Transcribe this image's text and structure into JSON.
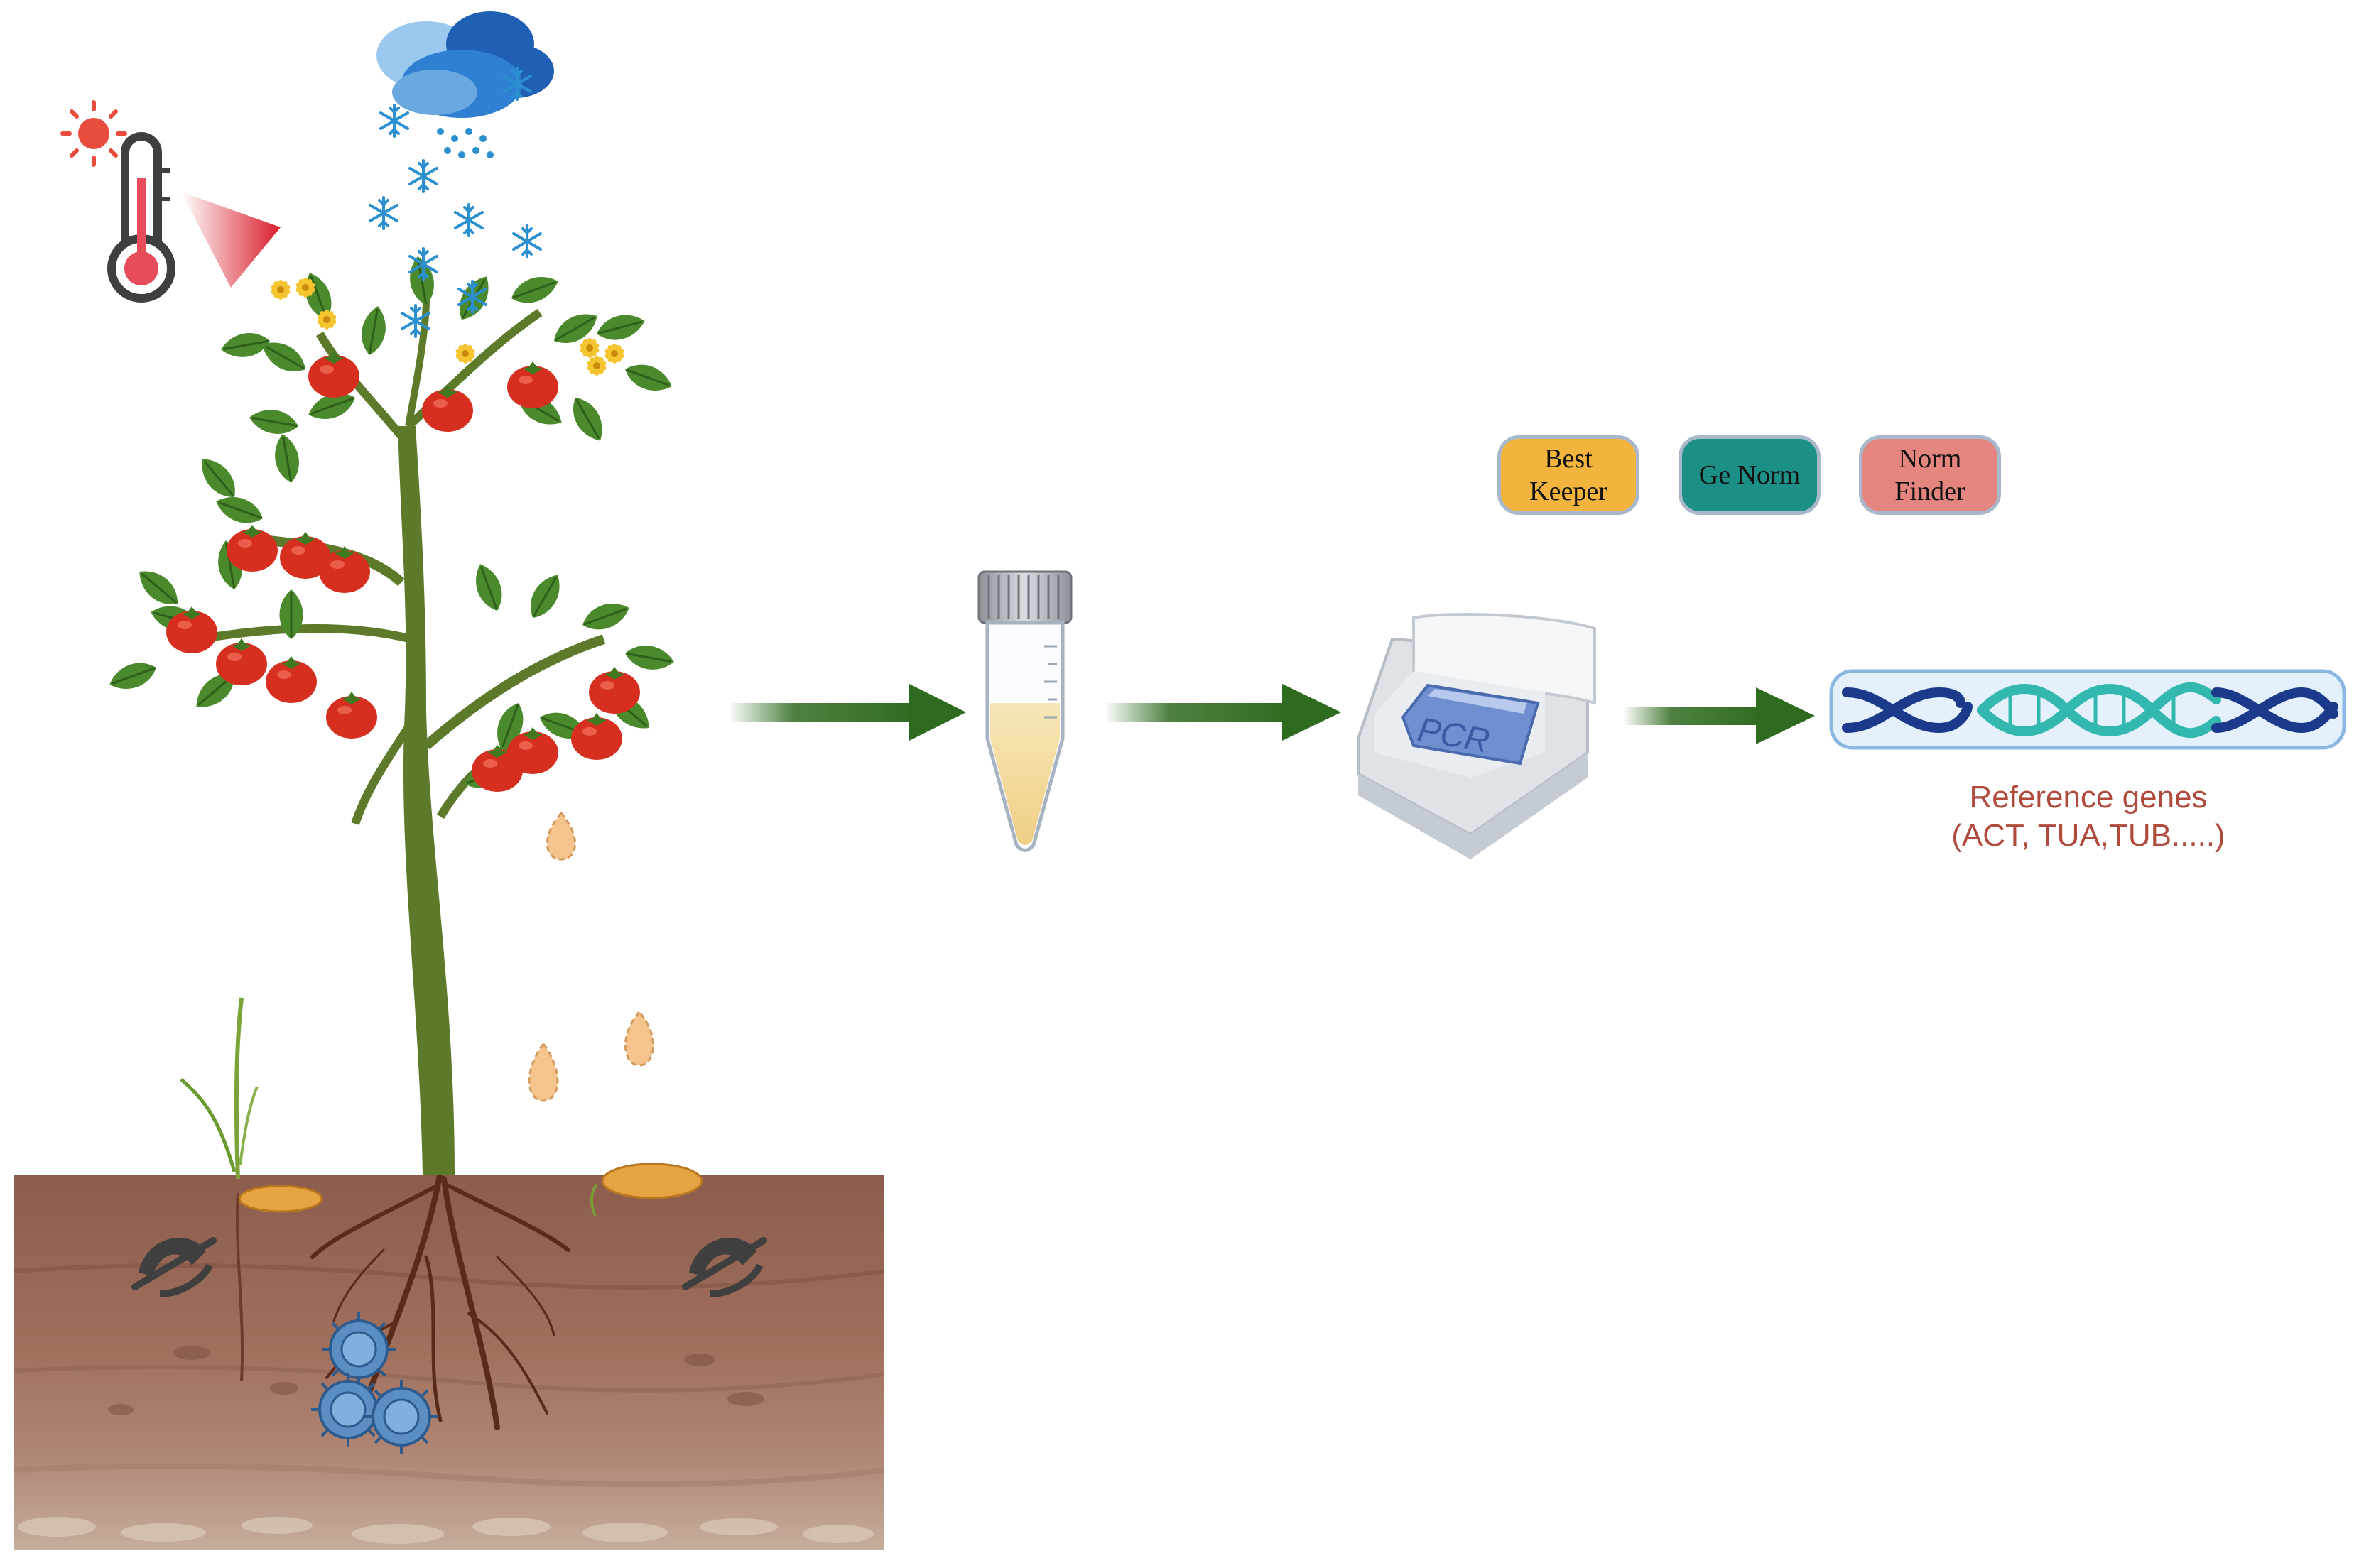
{
  "tools": {
    "best_keeper": "Best\nKeeper",
    "ge_norm": "Ge Norm",
    "norm_finder": "Norm\nFinder"
  },
  "pcr_label": "PCR",
  "reference": {
    "title": "Reference genes",
    "subtitle": "(ACT, TUA,TUB.....)"
  },
  "colors": {
    "arrow": "#2f6b1f",
    "best_keeper": "#f2b43c",
    "ge_norm": "#1c8f87",
    "norm_finder": "#e4857f",
    "dna_dark": "#1b3a8c",
    "dna_teal": "#33b8b0",
    "caption": "#b04a3c"
  },
  "icons": [
    "thermometer-icon",
    "sun-icon",
    "snow-cloud-icon",
    "snowflake-icon",
    "no-light-icon",
    "virus-icon",
    "dna-icon",
    "pcr-machine-icon",
    "sample-tube-icon",
    "arrow-icon"
  ]
}
